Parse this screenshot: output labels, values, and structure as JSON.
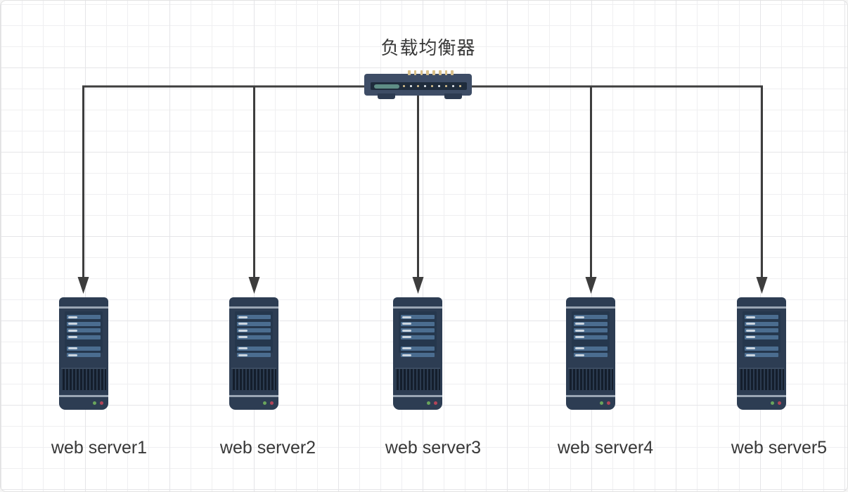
{
  "diagram": {
    "load_balancer": {
      "label": "负载均衡器"
    },
    "servers": [
      {
        "label": "web server1"
      },
      {
        "label": "web server2"
      },
      {
        "label": "web server3"
      },
      {
        "label": "web server4"
      },
      {
        "label": "web server5"
      }
    ],
    "colors": {
      "connector": "#3d3d3d",
      "device_body": "#3e4d66",
      "server_body": "#2d3d53",
      "server_bar": "#4b6d90",
      "screen_teal": "#5f8e86",
      "port_tan": "#d9c08a",
      "led_green": "#6aa55c",
      "led_red": "#b34458",
      "grid_minor": "#efeff1",
      "grid_major": "#e5e5e8"
    }
  }
}
